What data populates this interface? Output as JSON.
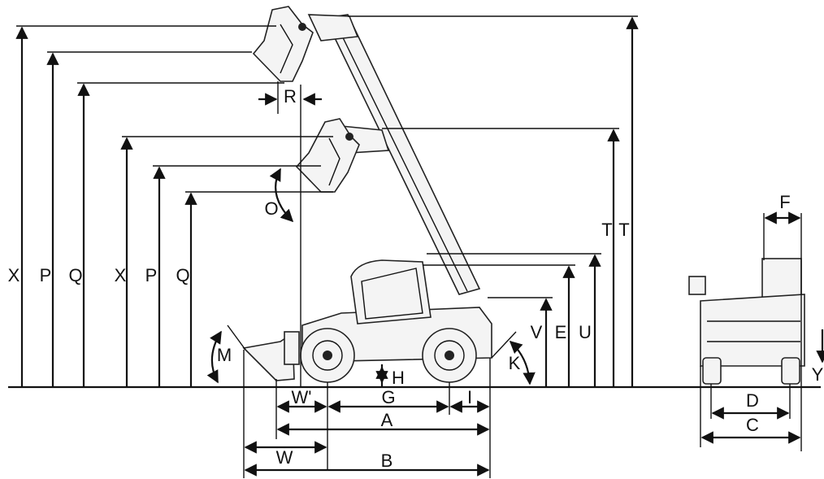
{
  "labels": {
    "X": "X",
    "P": "P",
    "Q": "Q",
    "R": "R",
    "O": "O",
    "T": "T",
    "V": "V",
    "E": "E",
    "U": "U",
    "M": "M",
    "K": "K",
    "H": "H",
    "G": "G",
    "A": "A",
    "B": "B",
    "W": "W",
    "W_prime": "W'",
    "I": "I",
    "F": "F",
    "D": "D",
    "C": "C",
    "Y": "Y"
  }
}
